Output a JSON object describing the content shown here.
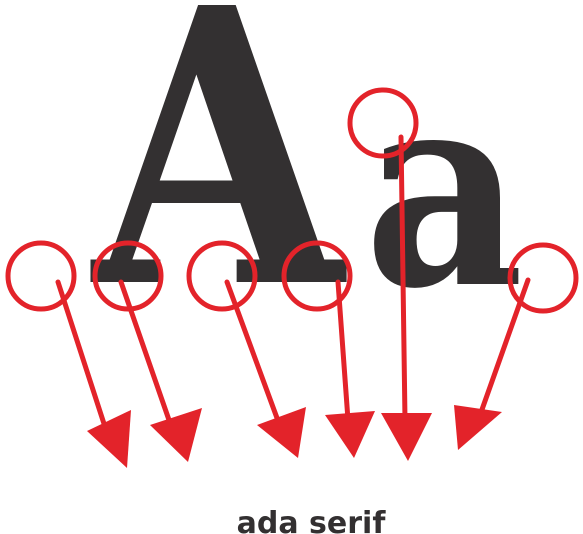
{
  "diagram": {
    "big_letter": "A",
    "small_letter": "a",
    "caption": "ada serif"
  },
  "colors": {
    "glyph": "#333031",
    "highlight": "#e3232a",
    "background": "#ffffff"
  }
}
